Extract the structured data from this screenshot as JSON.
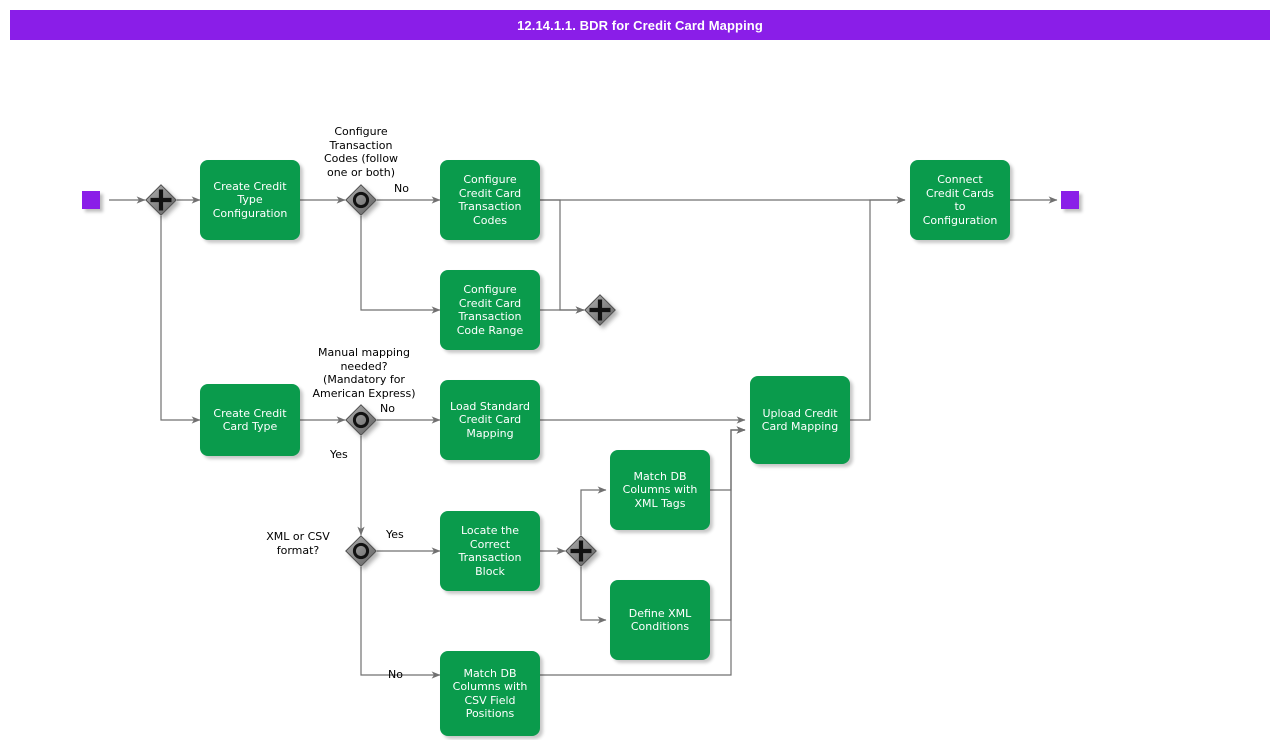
{
  "header": {
    "title": "12.14.1.1. BDR for Credit Card Mapping",
    "background_color": "#8A1EE8",
    "text_color": "#FFFFFF"
  },
  "palette": {
    "task_fill": "#0A9B4C",
    "task_text": "#FFFFFF",
    "event_fill": "#8A1EE8",
    "gateway_fill": "#808080",
    "gateway_stroke": "#555555",
    "connector": "#707070",
    "canvas": "#FFFFFF"
  },
  "diagram": {
    "type": "bpmn-flowchart",
    "events": [
      {
        "id": "start",
        "name": "start-event",
        "label": ""
      },
      {
        "id": "end",
        "name": "end-event",
        "label": ""
      }
    ],
    "gateways": [
      {
        "id": "gw-split-parallel",
        "kind": "parallel",
        "label": ""
      },
      {
        "id": "gw-configure-txn-codes",
        "kind": "inclusive",
        "label": "Configure\nTransaction\nCodes (follow\none or both)"
      },
      {
        "id": "gw-join-txn-codes",
        "kind": "parallel",
        "label": ""
      },
      {
        "id": "gw-manual-mapping",
        "kind": "inclusive",
        "label": "Manual mapping\nneeded?\n(Mandatory for\nAmerican Express)"
      },
      {
        "id": "gw-xml-csv",
        "kind": "inclusive",
        "label": "XML or CSV\nformat?"
      },
      {
        "id": "gw-split-xml",
        "kind": "parallel",
        "label": ""
      }
    ],
    "tasks": [
      {
        "id": "t-create-credit-type-config",
        "label": "Create Credit\nType\nConfiguration"
      },
      {
        "id": "t-configure-cc-txn-codes",
        "label": "Configure\nCredit Card\nTransaction\nCodes"
      },
      {
        "id": "t-configure-cc-txn-code-range",
        "label": "Configure\nCredit Card\nTransaction\nCode Range"
      },
      {
        "id": "t-connect-credit-cards",
        "label": "Connect\nCredit Cards\nto\nConfiguration"
      },
      {
        "id": "t-create-credit-card-type",
        "label": "Create Credit\nCard Type"
      },
      {
        "id": "t-load-standard-mapping",
        "label": "Load Standard\nCredit Card\nMapping"
      },
      {
        "id": "t-upload-cc-mapping",
        "label": "Upload Credit\nCard Mapping"
      },
      {
        "id": "t-locate-txn-block",
        "label": "Locate the\nCorrect\nTransaction\nBlock"
      },
      {
        "id": "t-match-db-xml-tags",
        "label": "Match DB\nColumns with\nXML Tags"
      },
      {
        "id": "t-define-xml-conditions",
        "label": "Define XML\nConditions"
      },
      {
        "id": "t-match-db-csv-fields",
        "label": "Match DB\nColumns with\nCSV Field\nPositions"
      }
    ],
    "edge_labels": [
      {
        "id": "lbl-no-txn-codes",
        "text": "No"
      },
      {
        "id": "lbl-no-manual-mapping",
        "text": "No"
      },
      {
        "id": "lbl-yes-manual-mapping",
        "text": "Yes"
      },
      {
        "id": "lbl-yes-xml",
        "text": "Yes"
      },
      {
        "id": "lbl-no-csv",
        "text": "No"
      }
    ]
  }
}
